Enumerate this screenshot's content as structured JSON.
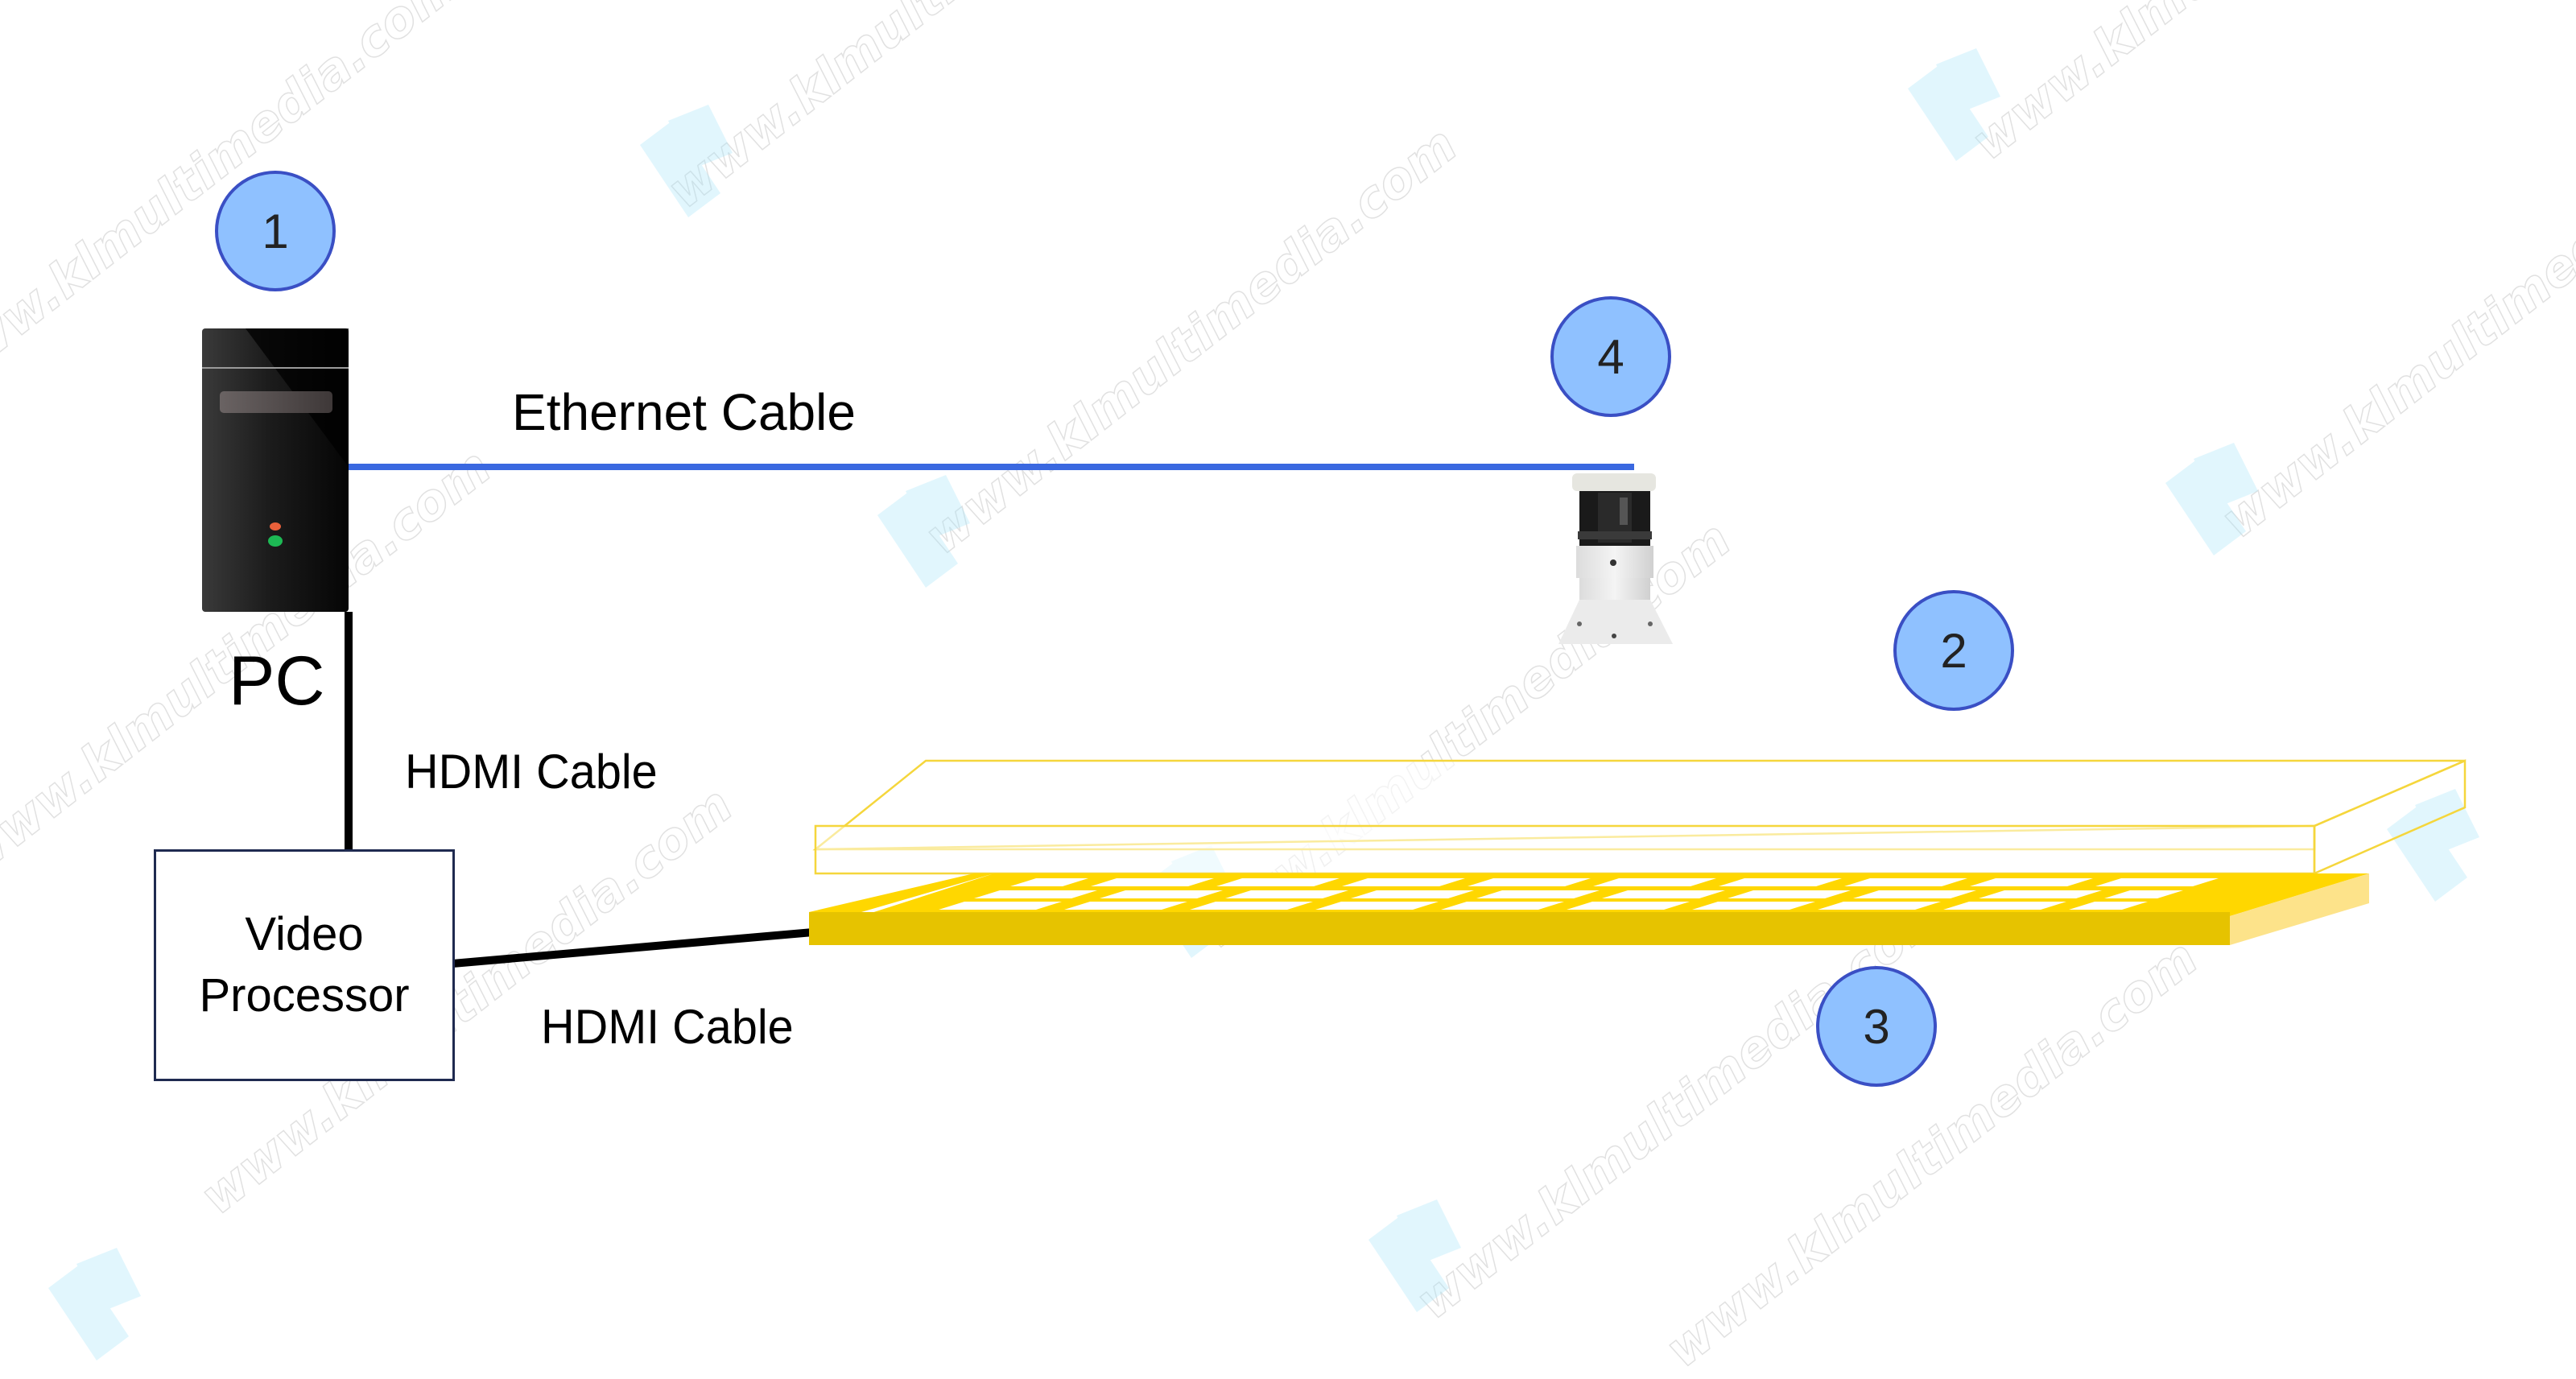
{
  "diagram": {
    "components": {
      "pc": {
        "label": "PC",
        "badge": "1"
      },
      "led_screen": {
        "badge": "2"
      },
      "led_floor": {
        "badge": "3"
      },
      "sensor": {
        "badge": "4"
      },
      "video_processor": {
        "label_line1": "Video",
        "label_line2": "Processor"
      }
    },
    "connections": {
      "ethernet": {
        "label": "Ethernet Cable",
        "color": "#3a68e0"
      },
      "hdmi_pc_to_processor": {
        "label": "HDMI Cable",
        "color": "#000000"
      },
      "hdmi_processor_to_floor": {
        "label": "HDMI Cable",
        "color": "#000000"
      }
    },
    "colors": {
      "badge_fill": "#8fc1ff",
      "badge_stroke": "#3a4fc4",
      "floor_top": "#ffd700",
      "floor_front": "#e6c300",
      "floor_side": "#fde38a",
      "screen_outline": "#f5d63c",
      "pc_body": "#111111",
      "led_orange": "#e8603a",
      "led_green": "#1db954"
    },
    "floor_grid": {
      "columns": 9,
      "rows": 3
    },
    "watermark": {
      "text": "www.klmultimedia.com"
    }
  }
}
